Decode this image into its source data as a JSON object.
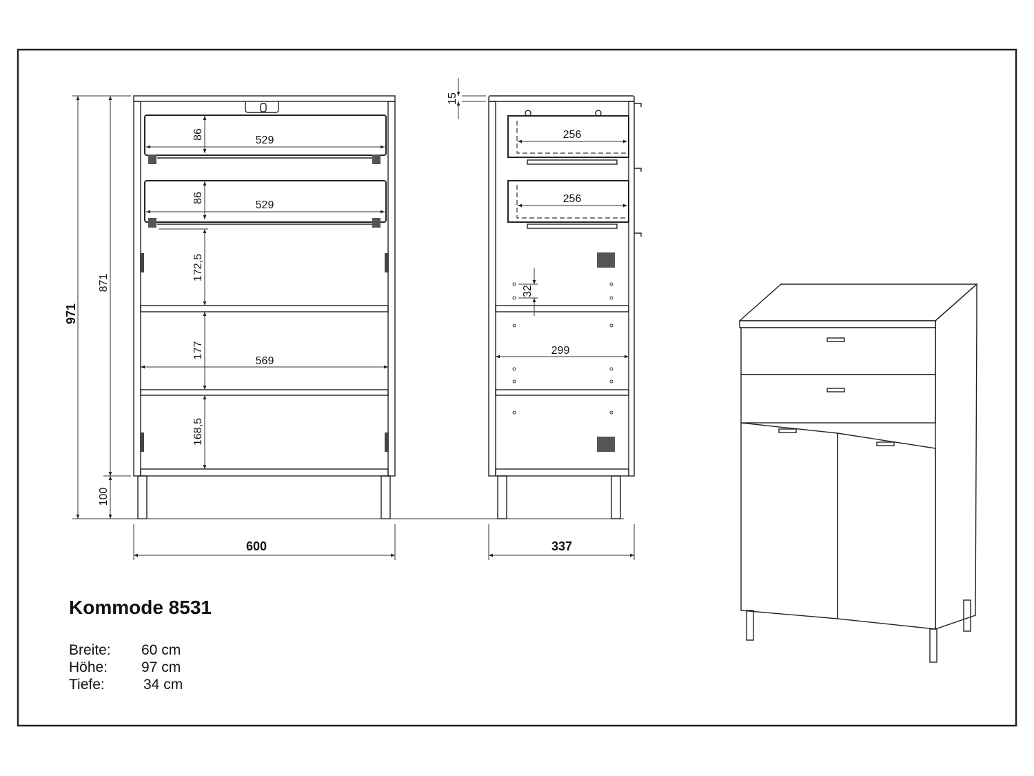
{
  "product": {
    "title": "Kommode 8531",
    "specs": [
      {
        "label": "Breite:",
        "value": "60 cm"
      },
      {
        "label": "Höhe:",
        "value": "97 cm"
      },
      {
        "label": "Tiefe:",
        "value": "34 cm"
      }
    ]
  },
  "front_view": {
    "total_height": "971",
    "body_height": "871",
    "leg_height": "100",
    "width": "600",
    "drawer1_height": "86",
    "drawer1_width": "529",
    "drawer2_height": "86",
    "drawer2_width": "529",
    "compartment1_height": "172,5",
    "compartment2_height": "177",
    "inner_width": "569",
    "compartment3_height": "168,5"
  },
  "side_view": {
    "top_thickness": "15",
    "drawer1_depth": "256",
    "drawer2_depth": "256",
    "hole_spacing": "32",
    "inner_depth": "299",
    "depth": "337"
  }
}
